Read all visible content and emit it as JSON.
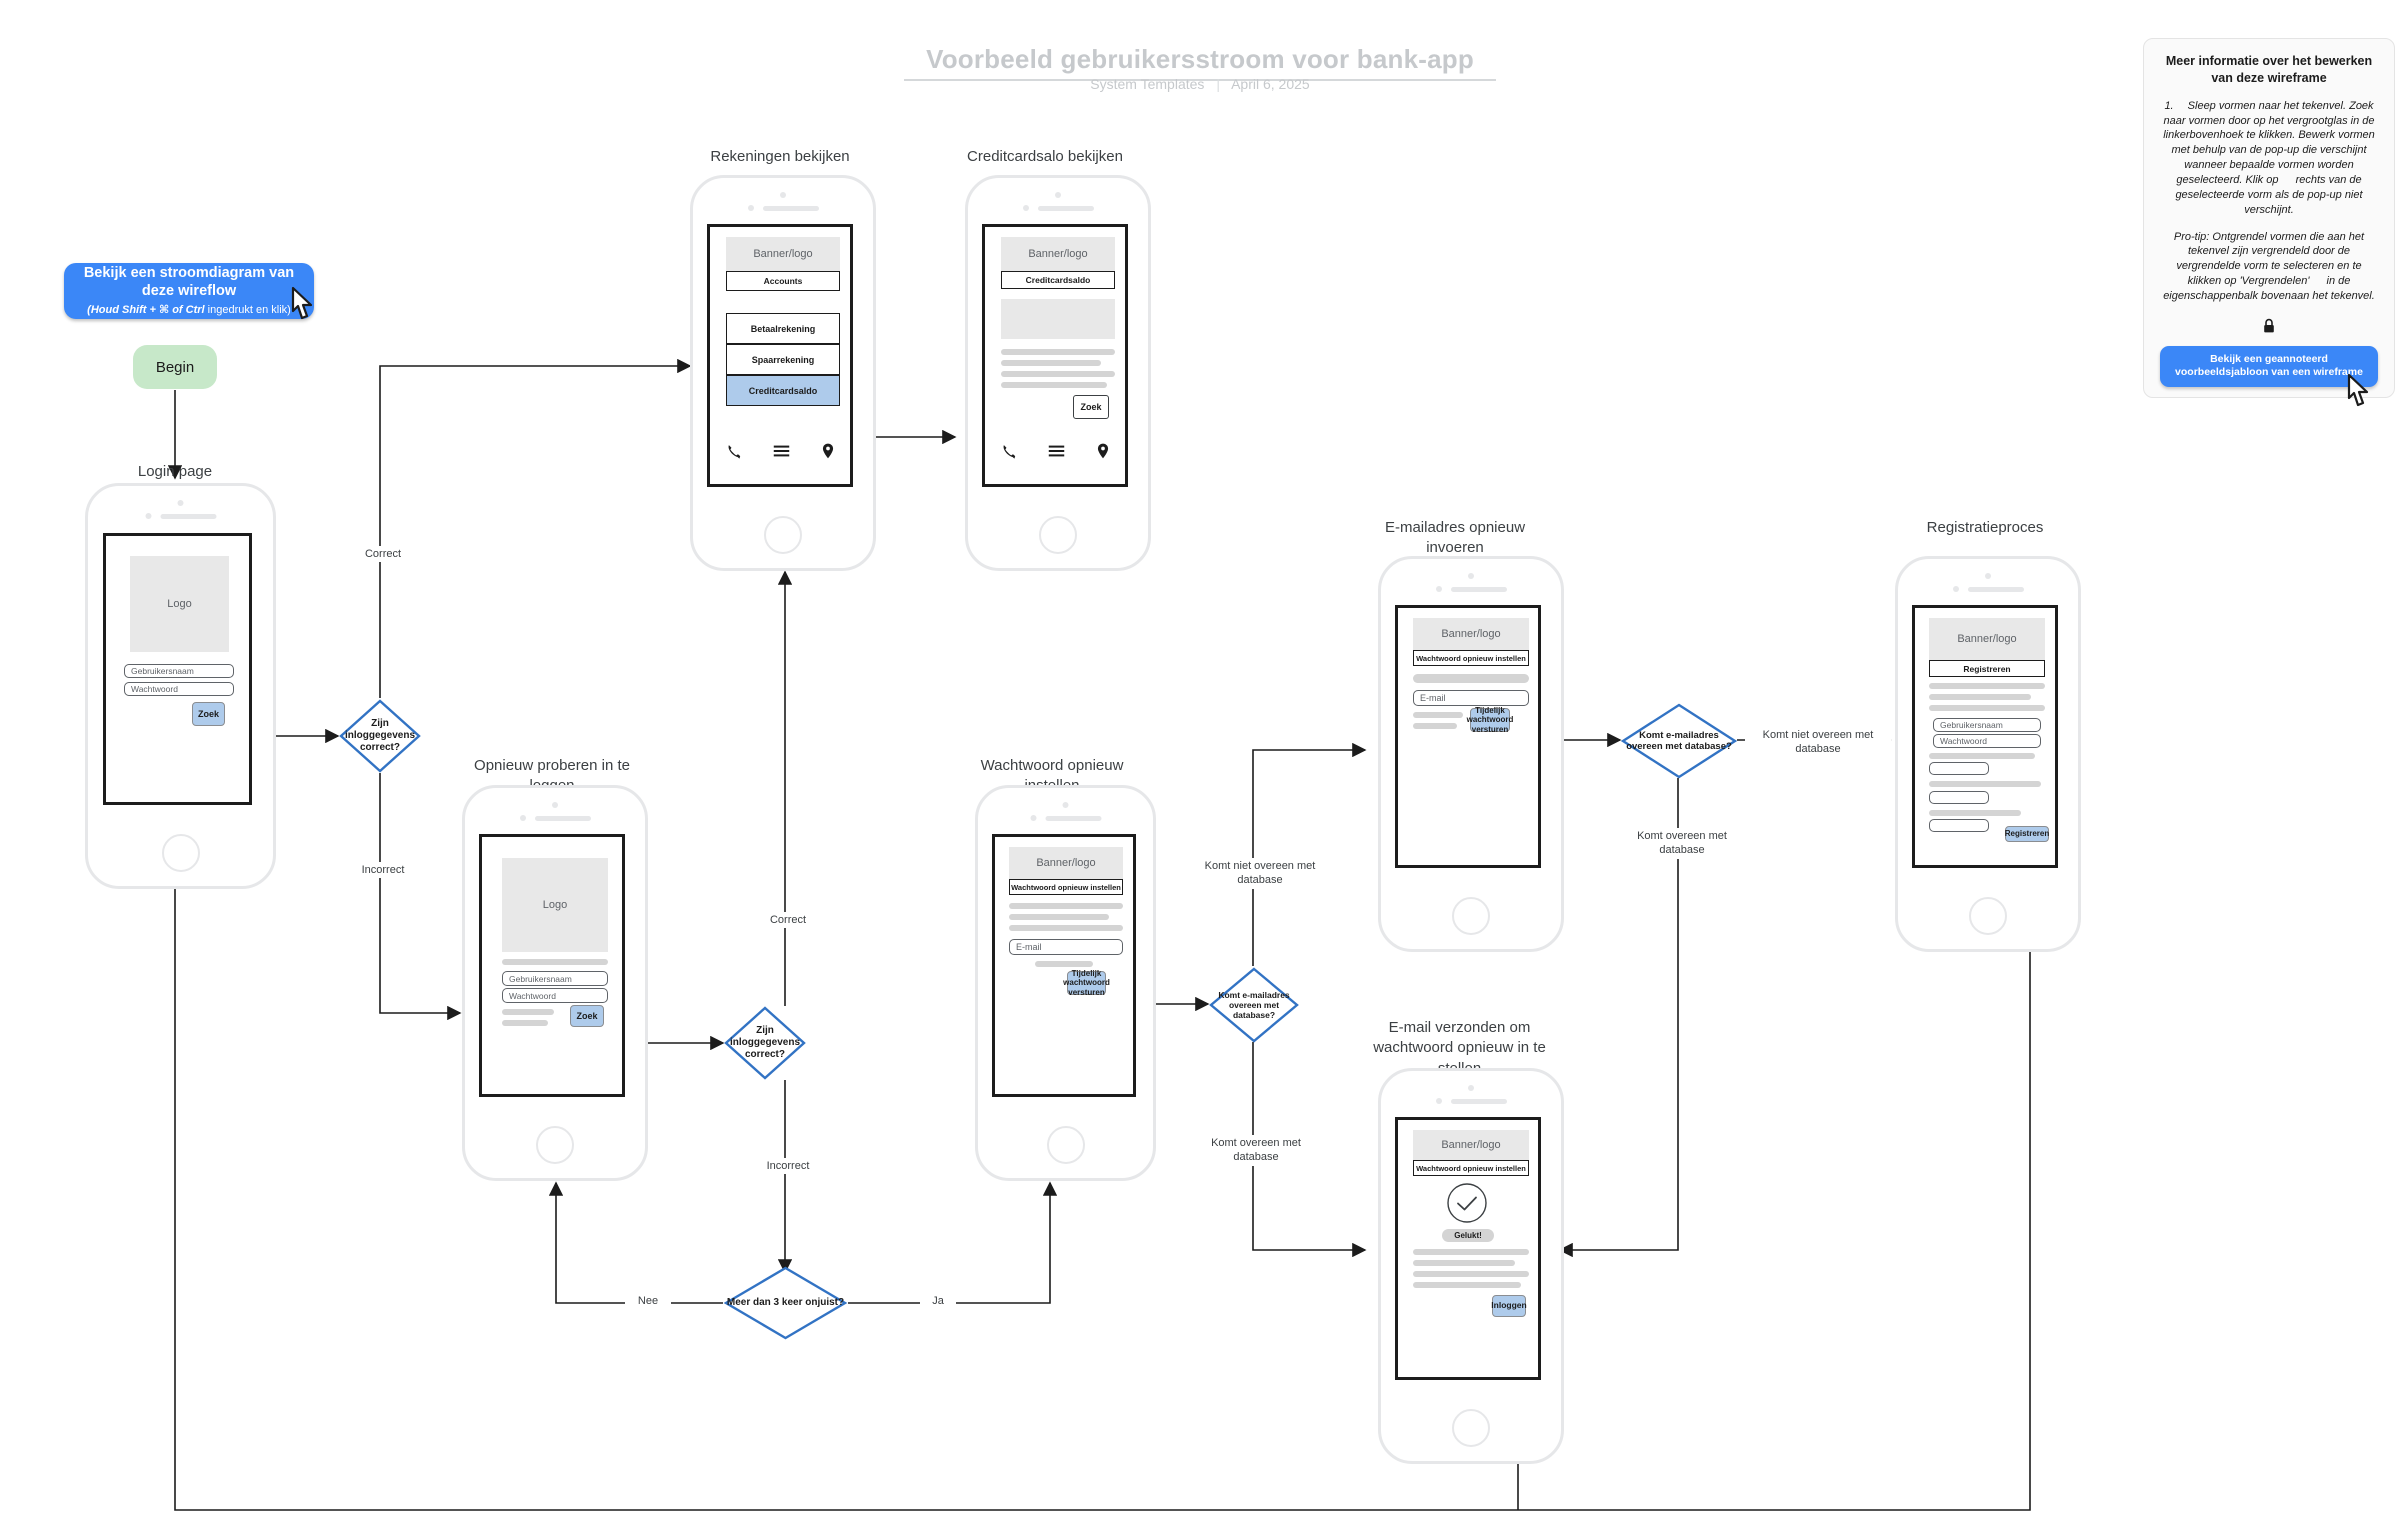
{
  "header": {
    "title": "Voorbeeld gebruikersstroom voor bank-app",
    "author": "System Templates",
    "separator": "|",
    "date": "April 6, 2025"
  },
  "cta_flow": {
    "line1": "Bekijk een stroomdiagram van deze wireflow",
    "line2_strong": "(Houd Shift + ⌘ of Ctrl",
    "line2_rest": " ingedrukt en klik)"
  },
  "begin_node": {
    "label": "Begin"
  },
  "info_panel": {
    "title": "Meer informatie over het bewerken van deze wireframe",
    "paragraph1": "1.  Sleep vormen naar het tekenvel. Zoek naar vormen door op het vergrootglas in de linkerbovenhoek te klikken. Bewerk vormen met behulp van de pop-up die verschijnt wanneer bepaalde vormen worden geselecteerd. Klik op   rechts van de geselecteerde vorm als de pop-up niet verschijnt.",
    "paragraph2": "Pro-tip: Ontgrendel vormen die aan het tekenvel zijn vergrendeld door de vergrendelde vorm te selecteren en te klikken op 'Vergrendelen'   in de eigenschappenbalk bovenaan het tekenvel.",
    "lock_icon": "lock-icon",
    "button_label": "Bekijk een geannoteerd voorbeeldsjabloon van een wireframe"
  },
  "screens": {
    "login": {
      "title": "Login page",
      "logo": "Logo",
      "username": "Gebruikersnaam",
      "password": "Wachtwoord",
      "submit": "Zoek"
    },
    "accounts": {
      "title": "Rekeningen bekijken",
      "banner": "Banner/logo",
      "header_box": "Accounts",
      "items": [
        "Betaalrekening",
        "Spaarrekening",
        "Creditcardsaldo"
      ],
      "selected_item": "Creditcardsaldo",
      "nav_icons": [
        "phone-icon",
        "menu-icon",
        "location-icon"
      ]
    },
    "creditcard": {
      "title": "Creditcardsalo bekijken",
      "banner": "Banner/logo",
      "header_box": "Creditcardsaldo",
      "submit": "Zoek",
      "nav_icons": [
        "phone-icon",
        "menu-icon",
        "location-icon"
      ]
    },
    "retry_login": {
      "title": "Opnieuw proberen in te loggen",
      "logo": "Logo",
      "username": "Gebruikersnaam",
      "password": "Wachtwoord",
      "submit": "Zoek"
    },
    "reset_password": {
      "title": "Wachtwoord opnieuw instellen",
      "banner": "Banner/logo",
      "header_box": "Wachtwoord opnieuw instellen",
      "email": "E-mail",
      "submit": "Tijdelijk wachtwoord versturen"
    },
    "reenter_email": {
      "title": "E-mailadres opnieuw invoeren",
      "banner": "Banner/logo",
      "header_box": "Wachtwoord opnieuw instellen",
      "email": "E-mail",
      "submit": "Tijdelijk wachtwoord versturen"
    },
    "email_sent": {
      "title": "E-mail verzonden om wachtwoord opnieuw in te stellen",
      "banner": "Banner/logo",
      "header_box": "Wachtwoord opnieuw instellen",
      "check_icon": "check-circle-icon",
      "status_pill": "Gelukt!",
      "submit": "Inloggen"
    },
    "registration": {
      "title": "Registratieproces",
      "banner": "Banner/logo",
      "header_box": "Registreren",
      "username": "Gebruikersnaam",
      "password": "Wachtwoord",
      "submit": "Registreren"
    }
  },
  "decisions": {
    "login_correct_1": "Zijn inloggegevens correct?",
    "login_correct_2": "Zijn inloggegevens correct?",
    "too_many": "Meer dan 3 keer onjuist?",
    "email_match_1": "Komt e-mailadres overeen met database?",
    "email_match_2": "Komt e-mailadres overeen met database?"
  },
  "edge_labels": {
    "correct_1": "Correct",
    "incorrect_1": "Incorrect",
    "correct_2": "Correct",
    "incorrect_2": "Incorrect",
    "nee": "Nee",
    "ja": "Ja",
    "no_match_1": "Komt niet overeen met database",
    "no_match_2": "Komt niet overeen met database",
    "match_1": "Komt overeen met database",
    "match_2": "Komt overeen met database"
  },
  "colors": {
    "accent_blue": "#3b87f7",
    "widget_blue": "#aecbeb",
    "diamond_stroke": "#3273c4",
    "begin_green": "#c7e8c9",
    "muted": "#c6c9cc"
  }
}
